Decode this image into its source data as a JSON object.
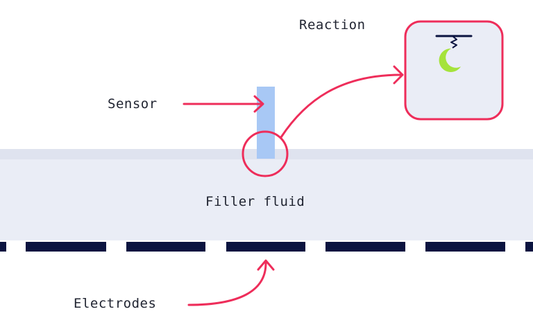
{
  "labels": {
    "reaction": "Reaction",
    "sensor": "Sensor",
    "filler_fluid": "Filler fluid",
    "electrodes": "Electrodes"
  },
  "colors": {
    "accent": "#ee2d5a",
    "fluid": "#eaedf6",
    "fluid_top": "#dfe3ef",
    "sensor": "#a8c8f5",
    "electrode": "#0b1440",
    "molecule": "#a5e33b",
    "text": "#1f2330"
  },
  "icons": [
    "antibody-icon",
    "molecule-icon"
  ]
}
